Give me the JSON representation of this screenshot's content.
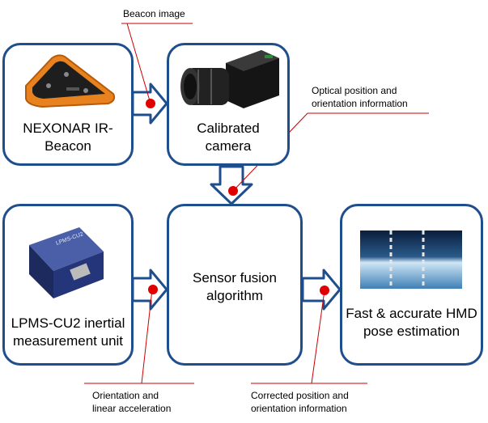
{
  "boxes": {
    "beacon": {
      "label": "NEXONAR IR-\nBeacon"
    },
    "camera": {
      "label": "Calibrated\ncamera"
    },
    "imu": {
      "label": "LPMS-CU2 inertial\nmeasurement unit"
    },
    "fusion": {
      "label": "Sensor fusion\nalgorithm"
    },
    "hmd": {
      "label": "Fast & accurate HMD\npose estimation"
    }
  },
  "annotations": {
    "beacon_image": "Beacon image",
    "optical": "Optical position and\norientation information",
    "orientation": "Orientation and\nlinear acceleration",
    "corrected": "Corrected position and\norientation information"
  },
  "imu_device_text": "LPMS-CU2",
  "colors": {
    "box_border": "#1f4e8c",
    "arrow_stroke": "#1f4e8c",
    "arrow_fill": "#ffffff",
    "dot": "#e00000",
    "leader_line": "#cc0000"
  }
}
